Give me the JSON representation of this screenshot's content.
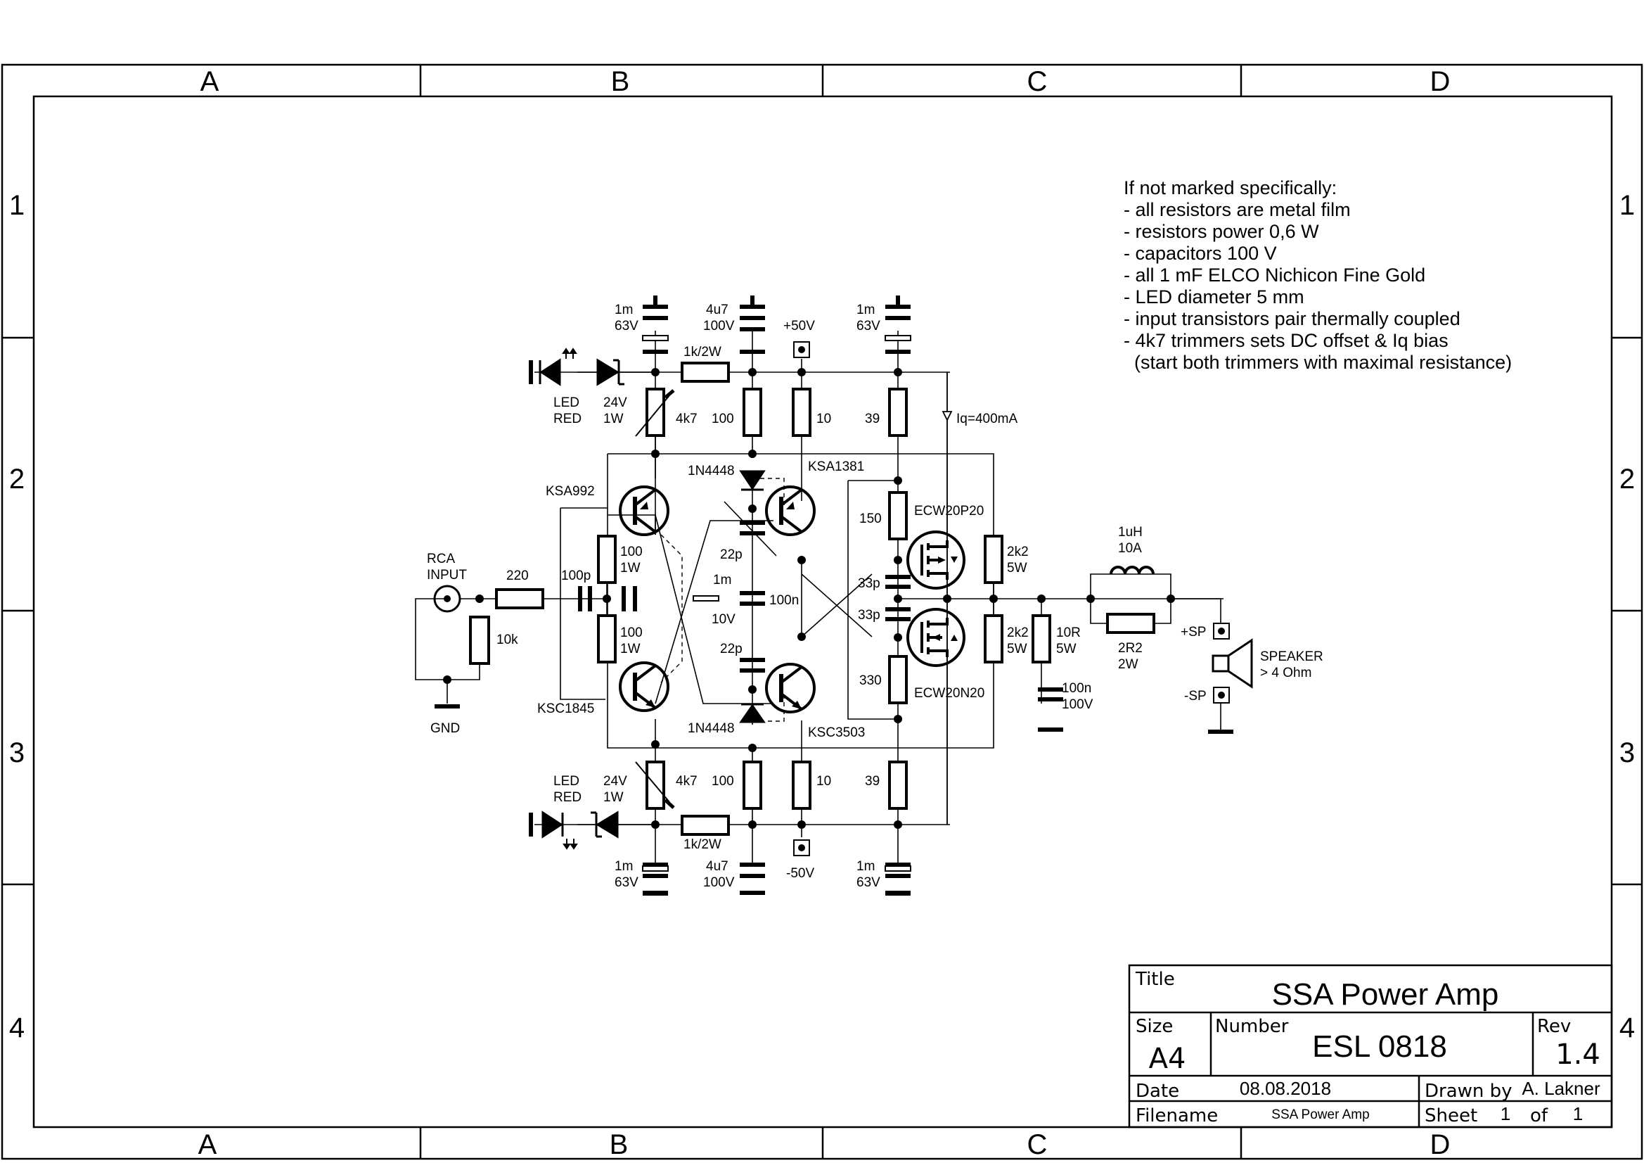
{
  "frame": {
    "columns": [
      "A",
      "B",
      "C",
      "D"
    ],
    "rows": [
      "1",
      "2",
      "3",
      "4"
    ]
  },
  "notes": {
    "heading": "If not marked specifically:",
    "items": [
      "- all resistors are metal film",
      "- resistors power 0,6 W",
      "- capacitors 100 V",
      "- all 1 mF ELCO Nichicon Fine Gold",
      "- LED diameter 5 mm",
      "- input transistors pair thermally coupled",
      "- 4k7 trimmers sets DC offset & Iq bias",
      "  (start both trimmers with maximal resistance)"
    ]
  },
  "schematic": {
    "input": {
      "name_line1": "RCA",
      "name_line2": "INPUT",
      "gnd": "GND",
      "r_series": "220",
      "r_shunt": "10k",
      "c_in": "100p"
    },
    "top": {
      "led": [
        "LED",
        "RED"
      ],
      "zener": [
        "24V",
        "1W"
      ],
      "c1": [
        "1m",
        "63V"
      ],
      "c2": [
        "4u7",
        "100V"
      ],
      "c3": [
        "1m",
        "63V"
      ],
      "rail": "+50V",
      "r_feed": "1k/2W",
      "trim": "4k7",
      "r100": "100",
      "r10": "10",
      "r39": "39",
      "iq": "Iq=400mA"
    },
    "bottom": {
      "led": [
        "LED",
        "RED"
      ],
      "zener": [
        "24V",
        "1W"
      ],
      "c1": [
        "1m",
        "63V"
      ],
      "c2": [
        "4u7",
        "100V"
      ],
      "c3": [
        "1m",
        "63V"
      ],
      "rail": "-50V",
      "r_feed": "1k/2W",
      "trim": "4k7",
      "r100": "100",
      "r10": "10",
      "r39": "39"
    },
    "transistors": {
      "q_in_p": "KSA992",
      "q_in_n": "KSC1845",
      "q_drv_p": "KSA1381",
      "q_drv_n": "KSC3503",
      "m_p": "ECW20P20",
      "m_n": "ECW20N20"
    },
    "diodes": {
      "d_top": "1N4448",
      "d_bot": "1N4448"
    },
    "middle": {
      "r_e1": [
        "100",
        "1W"
      ],
      "r_e2": [
        "100",
        "1W"
      ],
      "c_bias": [
        "1m",
        "10V"
      ],
      "c_100n": "100n",
      "c22p_top": "22p",
      "c22p_bot": "22p",
      "r150": "150",
      "r330": "330",
      "c33p_top": "33p",
      "c33p_bot": "33p"
    },
    "output": {
      "r2k2_top": [
        "2k2",
        "5W"
      ],
      "r2k2_bot": [
        "2k2",
        "5W"
      ],
      "r_zobel": [
        "10R",
        "5W"
      ],
      "c_zobel": [
        "100n",
        "100V"
      ],
      "inductor": [
        "1uH",
        "10A"
      ],
      "r_damp": [
        "2R2",
        "2W"
      ],
      "sp_plus": "+SP",
      "sp_minus": "-SP",
      "speaker": [
        "SPEAKER",
        "> 4 Ohm"
      ]
    }
  },
  "title_block": {
    "title_label": "Title",
    "title": "SSA Power Amp",
    "size_label": "Size",
    "size": "A4",
    "number_label": "Number",
    "number": "ESL 0818",
    "rev_label": "Rev",
    "rev": "1.4",
    "date_label": "Date",
    "date": "08.08.2018",
    "drawn_label": "Drawn by",
    "drawn": "A. Lakner",
    "filename_label": "Filename",
    "filename": "SSA Power Amp",
    "sheet_label": "Sheet",
    "sheet": "1",
    "of_label": "of",
    "sheets": "1"
  }
}
